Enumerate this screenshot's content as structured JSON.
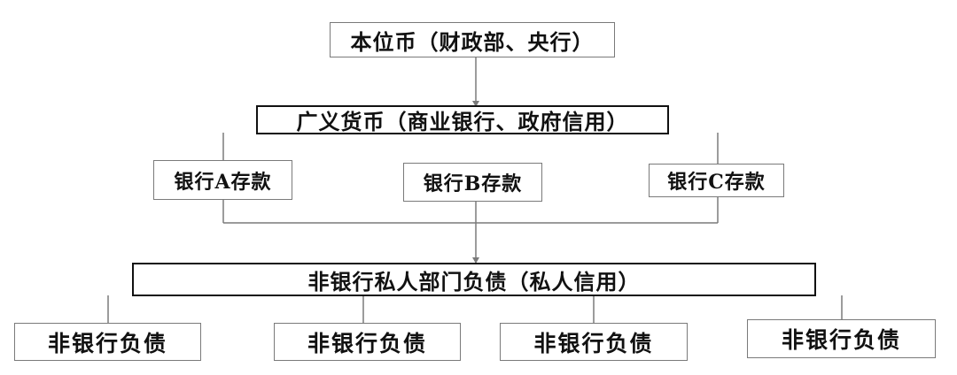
{
  "diagram": {
    "root": {
      "label": "本位币（财政部、央行）"
    },
    "broad_money": {
      "label": "广义货币（商业银行、政府信用）"
    },
    "deposits": [
      {
        "label": "银行A存款"
      },
      {
        "label": "银行B存款"
      },
      {
        "label": "银行C存款"
      }
    ],
    "nonbank": {
      "label": "非银行私人部门负债（私人信用）"
    },
    "liabilities": [
      {
        "label": "非银行负债"
      },
      {
        "label": "非银行负债"
      },
      {
        "label": "非银行负债"
      },
      {
        "label": "非银行负债"
      }
    ],
    "colors": {
      "line": "#7a7a7a",
      "border_strong": "#111111",
      "text": "#111111",
      "background": "#ffffff"
    }
  }
}
